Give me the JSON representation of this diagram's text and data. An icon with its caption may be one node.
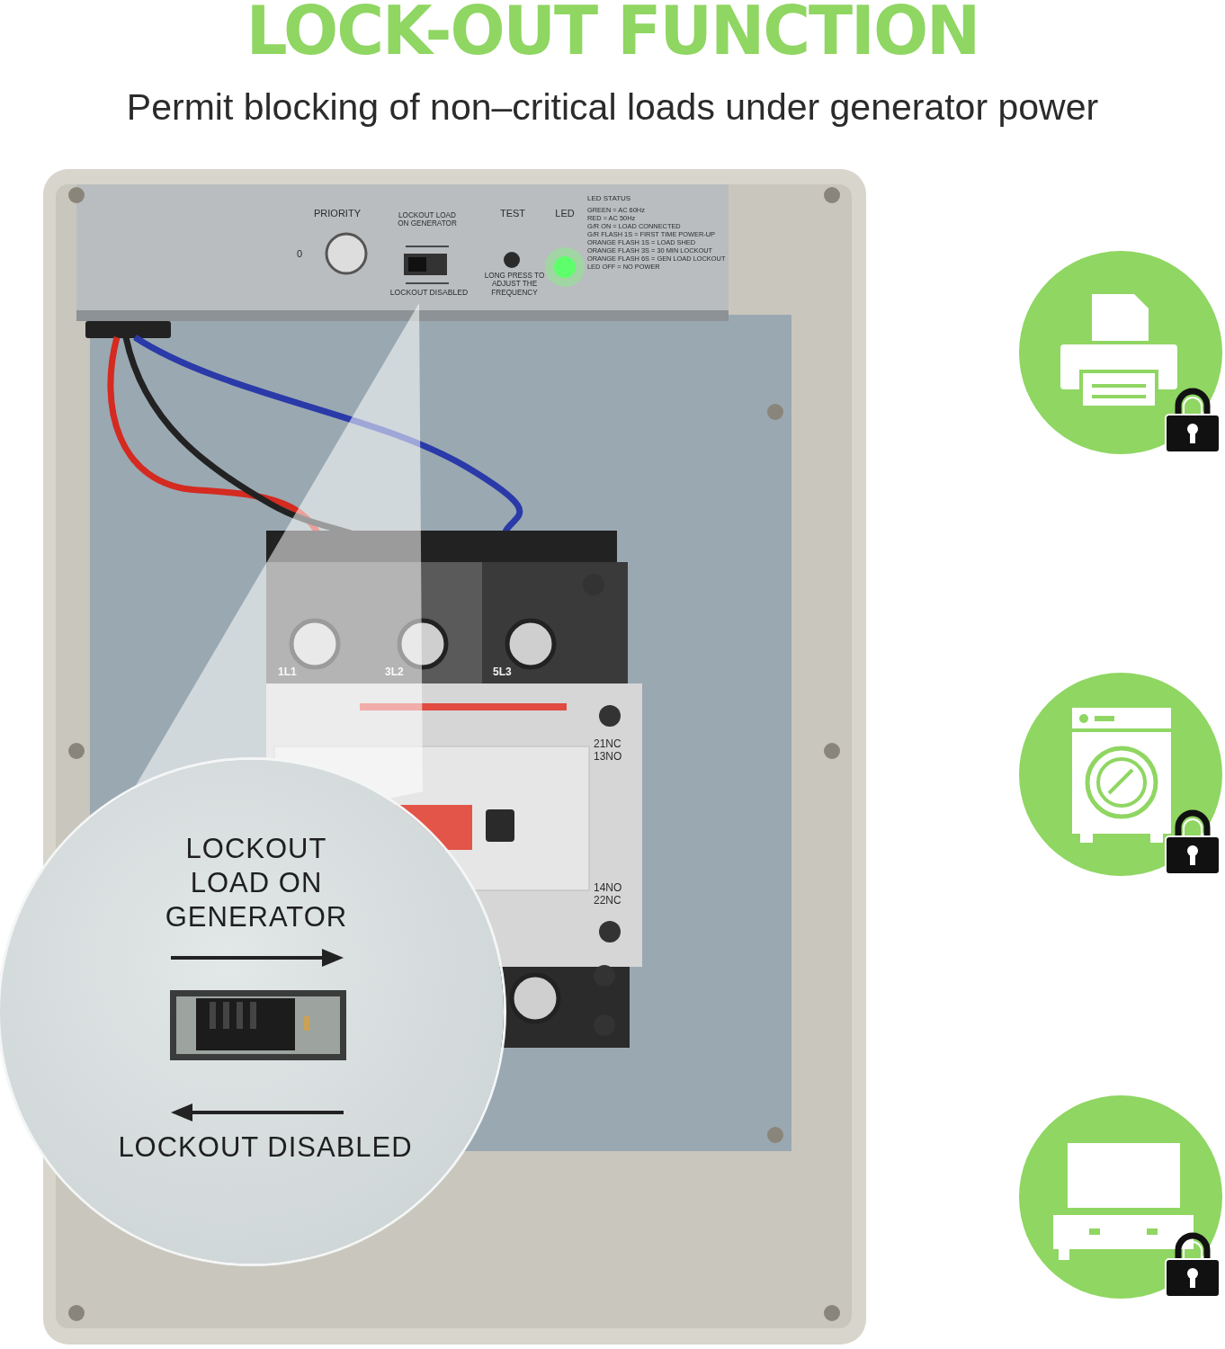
{
  "diagram": {
    "title": "LOCK-OUT FUNCTION",
    "nodes": [
      {
        "text": [
          "LOCKOUT LOAD ON GENERATOR",
          "LOCKOUT DISABLED"
        ]
      },
      {
        "text": [],
        "shape": "circle"
      },
      {
        "text": [],
        "shape": "circle"
      },
      {
        "text": [],
        "shape": "circle"
      }
    ],
    "edges": [],
    "labels": [
      "Permit blocking of non–critical loads under generator power",
      "PRIORITY",
      "0",
      "LOCKOUT LOAD ON GENERATOR",
      "TEST",
      "LED",
      "LONG PRESS TO ADJUST THE FREQUENCY",
      "LOCKOUT DISABLED",
      "LED STATUS",
      "GREEN = AC 60Hz",
      "RED = AC 50Hz",
      "G/R ON = LOAD CONNECTED",
      "G/R FLASH 1S = FIRST TIME POWER-UP",
      "ORANGE FLASH 1S = LOAD SHED",
      "ORANGE FLASH 3S = 30 MIN LOCKOUT",
      "ORANGE FLASH 6S = GEN LOAD LOCKOUT",
      "LED OFF = NO POWER",
      "1L1",
      "3L2",
      "5L3",
      "21NC 13NO",
      "14NO 22NC"
    ]
  }
}
